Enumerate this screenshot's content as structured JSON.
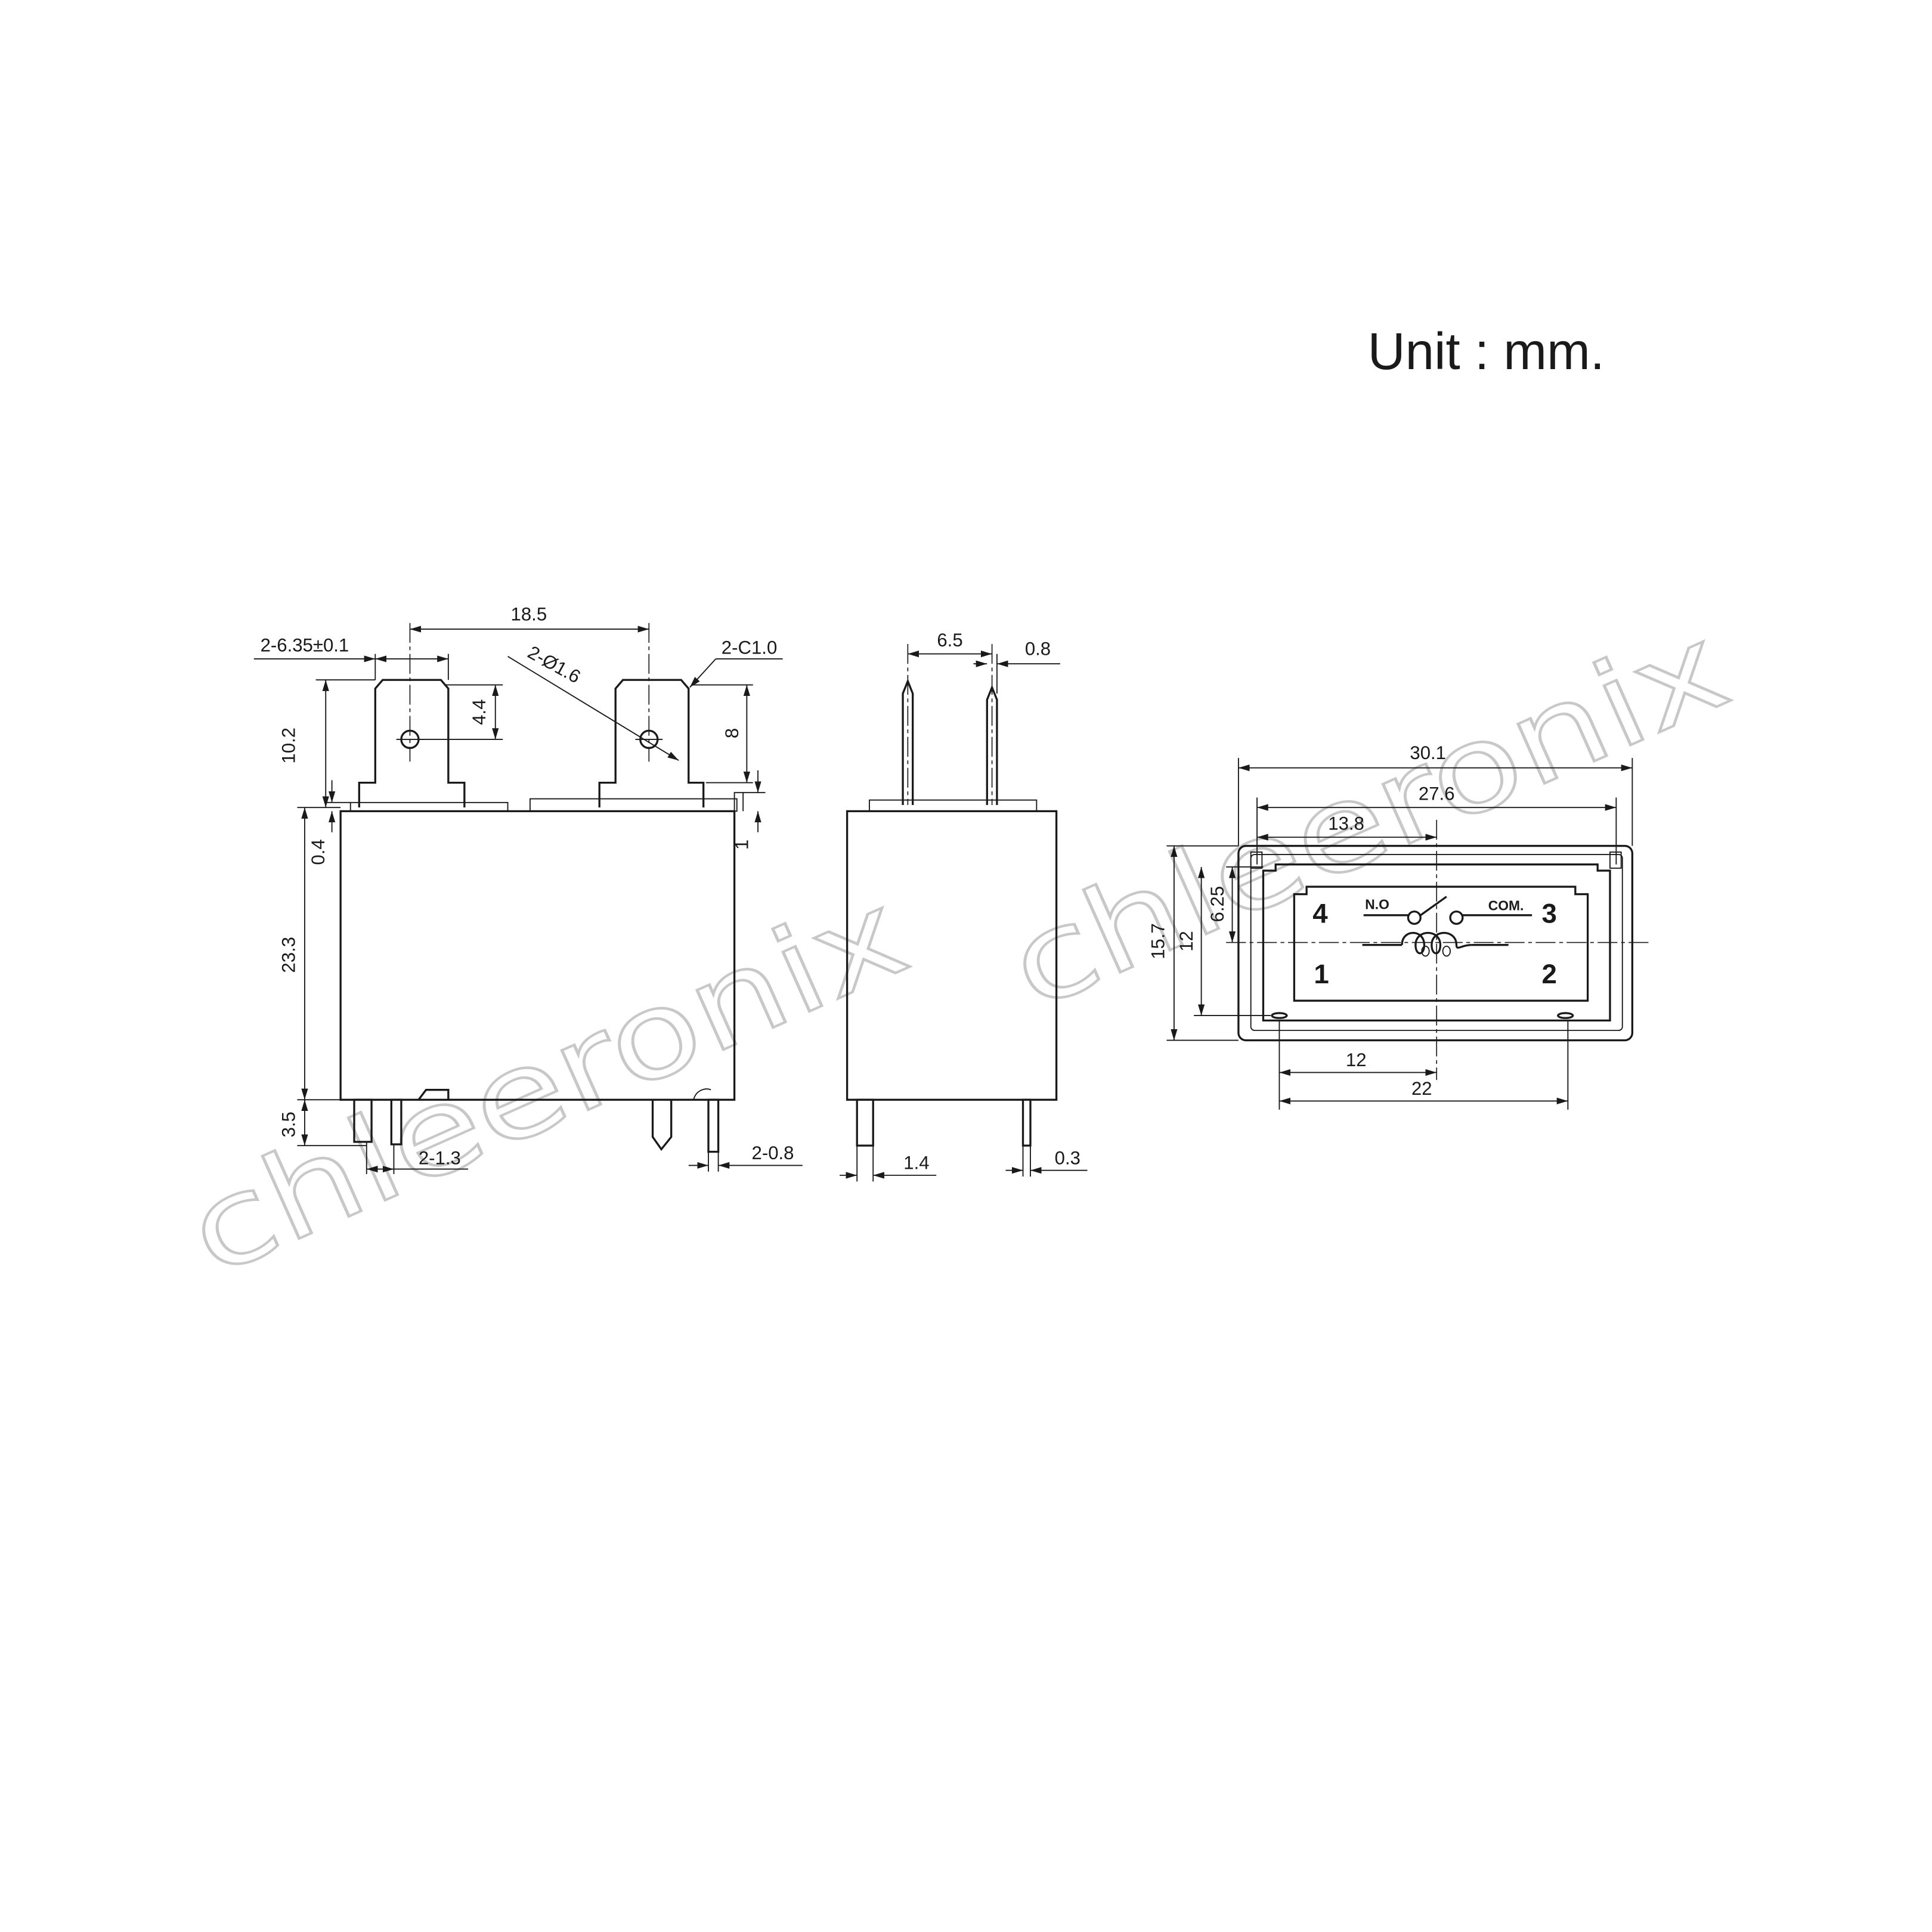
{
  "unit_label": "Unit : mm.",
  "watermark": [
    "chleeronix",
    "chleeronix"
  ],
  "front_view": {
    "pitch": "18.5",
    "tab_width": "2-6.35±0.1",
    "chamfer": "2-C1.0",
    "hole_diameter": "2-Ø1.6",
    "hole_offset": "4.4",
    "tab_length": "8",
    "terminal_height": "10.2",
    "top_gap": "0.4",
    "step": "1",
    "body_height": "23.3",
    "pin_length": "3.5",
    "pin_width": "2-1.3",
    "pin_thickness": "2-0.8"
  },
  "side_view": {
    "terminal_spacing": "6.5",
    "terminal_thickness": "0.8",
    "pin_width": "1.4",
    "pin_thickness": "0.3"
  },
  "bottom_view": {
    "overall_length": "30.1",
    "inner_length": "27.6",
    "half_length": "13.8",
    "center_offset": "6.25",
    "overall_width": "15.7",
    "pin_row_spacing": "12",
    "pin_offset": "12",
    "pin_spacing": "22",
    "terminals": {
      "t4": "4",
      "t3": "3",
      "t1": "1",
      "t2": "2"
    },
    "contact_no": "N.O",
    "contact_com": "COM."
  },
  "colors": {
    "line": "#1a1a1a",
    "watermark": "#c8c8c8"
  }
}
